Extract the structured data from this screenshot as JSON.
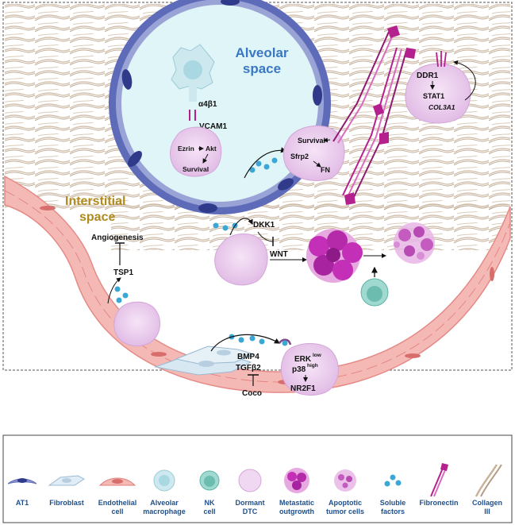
{
  "regions": {
    "alveolar": [
      "Alveolar",
      "space"
    ],
    "interstitial": [
      "Interstitial",
      "space"
    ]
  },
  "labels": {
    "a4b1": "α4β1",
    "vcam1": "VCAM1",
    "ezrin": "Ezrin",
    "akt": "Akt",
    "survival_left": "Survival",
    "survival_right": "Survival",
    "sfrp2": "Sfrp2",
    "fn": "FN",
    "ddr1": "DDR1",
    "stat1": "STAT1",
    "col3a1": "COL3A1",
    "dkk1": "DKK1",
    "wnt": "WNT",
    "angiogenesis": "Angiogenesis",
    "tsp1": "TSP1",
    "bmp4": "BMP4",
    "tgfb2": "TGFβ2",
    "coco": "Coco",
    "erk": "ERK",
    "erk_sup": "low",
    "p38": "p38",
    "p38_sup": "high",
    "nr2f1": "NR2F1"
  },
  "legend": [
    {
      "icon": "at1-cell-icon",
      "lines": [
        "AT1"
      ]
    },
    {
      "icon": "fibroblast-icon",
      "lines": [
        "Fibroblast"
      ]
    },
    {
      "icon": "endothelial-cell-icon",
      "lines": [
        "Endothelial",
        "cell"
      ]
    },
    {
      "icon": "alveolar-macrophage-icon",
      "lines": [
        "Alveolar",
        "macrophage"
      ]
    },
    {
      "icon": "nk-cell-icon",
      "lines": [
        "NK",
        "cell"
      ]
    },
    {
      "icon": "dormant-dtc-icon",
      "lines": [
        "Dormant",
        "DTC"
      ]
    },
    {
      "icon": "metastatic-outgrowth-icon",
      "lines": [
        "Metastatic",
        "outgrowth"
      ]
    },
    {
      "icon": "apoptotic-tumor-cells-icon",
      "lines": [
        "Apoptotic",
        "tumor cells"
      ]
    },
    {
      "icon": "soluble-factors-icon",
      "lines": [
        "Soluble",
        "factors"
      ]
    },
    {
      "icon": "fibronectin-icon",
      "lines": [
        "Fibronectin"
      ]
    },
    {
      "icon": "collagen-iii-icon",
      "lines": [
        "Collagen",
        "III"
      ]
    }
  ],
  "colors": {
    "alveolus_fill": "#d9f3f6",
    "alveolus_wall": "#8a92c9",
    "vessel": "#f2a3a0",
    "dtc": "#f0d8f2",
    "metastasis": "#c42fb8",
    "nk": "#7cc7bb",
    "factor": "#3aa7d6",
    "fibronectin": "#b5208f",
    "collagen": "#c9b29a",
    "region_blue": "#3a78c3",
    "region_gold": "#b08a1c"
  }
}
